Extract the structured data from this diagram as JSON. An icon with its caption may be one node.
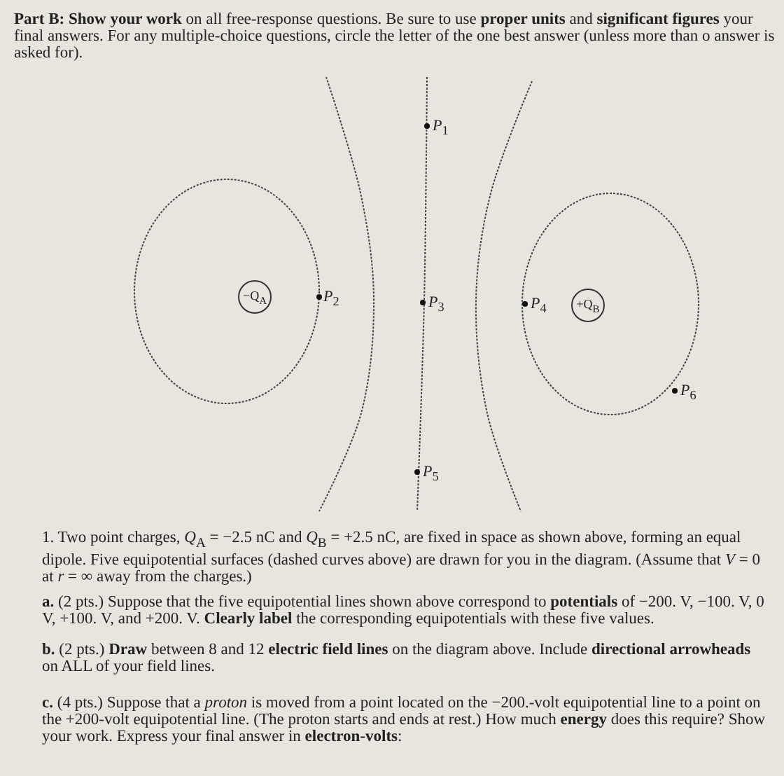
{
  "diagram": {
    "nodes": [
      {
        "text": [
          "−Q$_{A}$"
        ]
      },
      {
        "text": [
          "+Q$_{B}$"
        ]
      }
    ],
    "labels": [
      "**Part B:** **Show your work** on all free-response questions. Be sure to use **proper units** and **significant figures** your final answers. For any multiple-choice questions, circle the letter of the one best answer (unless more than o answer is asked for).",
      "*P*$_{1}$",
      "*P*$_{2}$",
      "*P*$_{3}$",
      "*P*$_{4}$",
      "*P*$_{6}$",
      "*P*$_{5}$",
      "1. Two point charges, *Q*$_{A}$ = −2.5 nC and *Q*$_{B}$ = +2.5 nC, are fixed in space as shown above, forming an equal dipole. Five equipotential surfaces (dashed curves above) are drawn for you in the diagram. (Assume that *V* = 0 at *r* = ∞ away from the charges.)",
      "**a.** (2 pts.) Suppose that the five equipotential lines shown above correspond to **potentials** of −200. V, −100. V, 0 V, +100. V, and +200. V. **Clearly label** the corresponding equipotentials with these five values.",
      "**b.** (2 pts.) **Draw** between 8 and 12 **electric field lines** on the diagram above. Include **directional arrowheads** on ALL of your field lines.",
      "**c.** (4 pts.) Suppose that a *proton* is moved from a point located on the −200.-volt equipotential line to a point on the +200-volt equipotential line. (The proton starts and ends at rest.) How much **energy** does this require? Show your work. Express your final answer in **electron-volts**:"
    ]
  }
}
